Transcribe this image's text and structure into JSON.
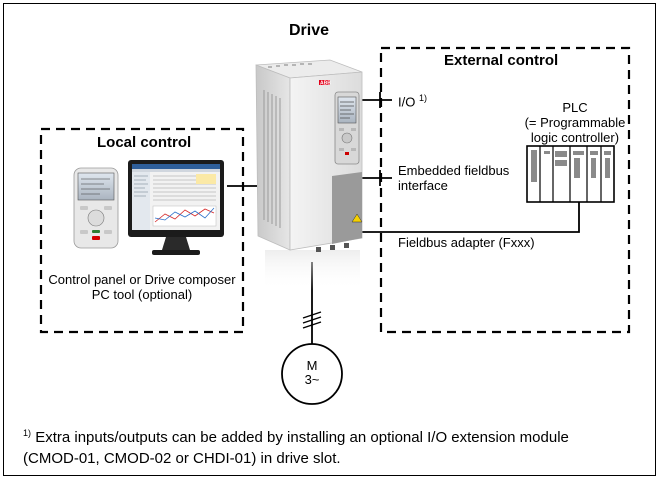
{
  "diagram": {
    "drive_title": "Drive",
    "external_control_title": "External control",
    "local_control_title": "Local control",
    "io_label": "I/O",
    "io_footnote_mark": "1)",
    "plc_label": "PLC",
    "plc_sub1": "(= Programmable",
    "plc_sub2": "logic controller)",
    "embedded_fieldbus_line1": "Embedded fieldbus",
    "embedded_fieldbus_line2": "interface",
    "fieldbus_adapter": "Fieldbus adapter (Fxxx)",
    "local_caption_line1": "Control panel or Drive composer",
    "local_caption_line2": "PC tool (optional)",
    "motor_label_line1": "M",
    "motor_label_line2": "3~",
    "drive_brand": "ABB"
  },
  "footnote": {
    "mark": "1)",
    "line1": "Extra inputs/outputs can be added by installing an optional I/O extension module",
    "line2": "(CMOD-01, CMOD-02 or CHDI-01) in drive slot."
  }
}
